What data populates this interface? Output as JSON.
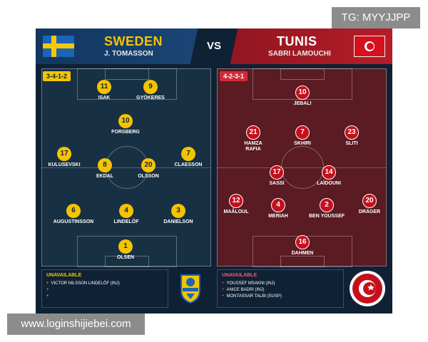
{
  "watermark_top": "TG: MYYJJPP",
  "watermark_bottom": "www.loginshijiebei.com",
  "vs": "VS",
  "home": {
    "team": "SWEDEN",
    "coach": "J. TOMASSON",
    "formation": "3-4-1-2",
    "color": "#f4c400",
    "players": [
      {
        "number": "11",
        "name": "ISAK"
      },
      {
        "number": "9",
        "name": "GYÖKERES"
      },
      {
        "number": "10",
        "name": "FORSBERG"
      },
      {
        "number": "17",
        "name": "KULUSEVSKI"
      },
      {
        "number": "8",
        "name": "EKDAL"
      },
      {
        "number": "20",
        "name": "OLSSON"
      },
      {
        "number": "7",
        "name": "CLAESSON"
      },
      {
        "number": "6",
        "name": "AUGUSTINSSON"
      },
      {
        "number": "4",
        "name": "LINDELÖF"
      },
      {
        "number": "3",
        "name": "DANIELSON"
      },
      {
        "number": "1",
        "name": "OLSEN"
      }
    ],
    "unavailable_title": "UNAVAILABLE",
    "unavailable": [
      "VICTOR NILSSON LINDELÖF (INJ)",
      "",
      ""
    ]
  },
  "away": {
    "team": "TUNIS",
    "coach": "SABRI LAMOUCHI",
    "formation": "4-2-3-1",
    "color": "#c5101c",
    "players": [
      {
        "number": "10",
        "name": "JEBALI"
      },
      {
        "number": "21",
        "name": "HAMZA RAFIA"
      },
      {
        "number": "7",
        "name": "SKHIRI"
      },
      {
        "number": "23",
        "name": "SLITI"
      },
      {
        "number": "17",
        "name": "SASSI"
      },
      {
        "number": "14",
        "name": "LAÏDOUNI"
      },
      {
        "number": "12",
        "name": "MAÂLOUL"
      },
      {
        "number": "4",
        "name": "MERIAH"
      },
      {
        "number": "2",
        "name": "BEN YOUSSEF"
      },
      {
        "number": "20",
        "name": "DRÄGER"
      },
      {
        "number": "16",
        "name": "DAHMEN"
      }
    ],
    "unavailable_title": "UNAVAILABLE",
    "unavailable": [
      "YOUSSEF MSAKNI (INJ)",
      "ANICE BADRI (INJ)",
      "MONTASSAR TALBI (SUSP)"
    ]
  }
}
